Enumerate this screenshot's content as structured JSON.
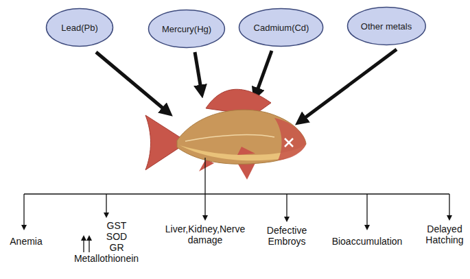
{
  "diagram": {
    "nodes": [
      {
        "text": [
          "Lead(Pb)"
        ]
      },
      {
        "text": [
          "Mercury(Hg)"
        ]
      },
      {
        "text": [
          "Cadmium(Cd)"
        ]
      },
      {
        "text": [
          "Other metals"
        ]
      }
    ],
    "edges": [],
    "labels": [
      "Anemia",
      "GST",
      "SOD",
      "GR",
      "Metallothionein",
      "Liver,Kidney,Nerve damage",
      "Defective Embroys",
      "Bioaccumulation",
      "Delayed Hatching"
    ]
  }
}
